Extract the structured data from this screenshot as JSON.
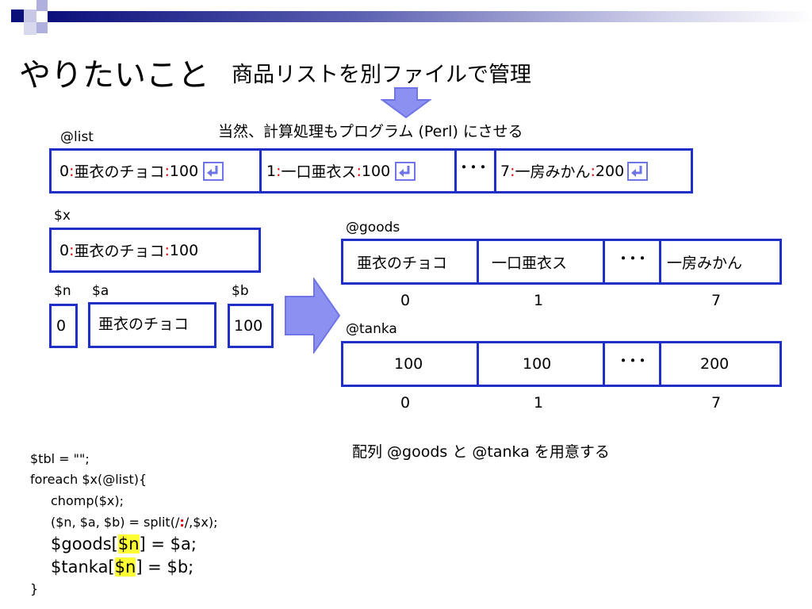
{
  "title": {
    "main": "やりたいこと",
    "sub": "商品リストを別ファイルで管理",
    "step": "当然、計算処理もプログラム (Perl) にさせる"
  },
  "list": {
    "label": "@list",
    "items": [
      {
        "idx": "0",
        "name": "亜衣のチョコ",
        "price": "100"
      },
      {
        "idx": "1",
        "name": "一口亜衣ス",
        "price": "100"
      },
      {
        "idx": "7",
        "name": "一房みかん",
        "price": "200"
      }
    ],
    "ellipsis": "･･･",
    "colon": ":"
  },
  "x": {
    "label": "$x",
    "idx": "0",
    "name": "亜衣のチョコ",
    "price": "100",
    "colon": ":"
  },
  "vars": {
    "n_label": "$n",
    "a_label": "$a",
    "b_label": "$b",
    "n_value": "0",
    "a_value": "亜衣のチョコ",
    "b_value": "100"
  },
  "goods": {
    "label": "@goods",
    "items": [
      "亜衣のチョコ",
      "一口亜衣ス",
      "一房みかん"
    ],
    "ellipsis": "･･･",
    "indices": [
      "0",
      "1",
      "7"
    ]
  },
  "tanka": {
    "label": "@tanka",
    "items": [
      "100",
      "100",
      "200"
    ],
    "ellipsis": "･･･",
    "indices": [
      "0",
      "1",
      "7"
    ]
  },
  "note": "配列 @goods と @tanka を用意する",
  "code": {
    "line1": "$tbl = \"\";",
    "line2": "foreach $x(@list){",
    "line3": "chomp($x);",
    "line4a": "($n, $a, $b) = split(/",
    "line4colon": ":",
    "line4b": "/,$x);",
    "line5a": "$goods[",
    "line5n": "$n",
    "line5b": "] = $a;",
    "line6a": "$tanka[",
    "line6n": "$n",
    "line6b": "] = $b;",
    "line7": "}"
  },
  "colors": {
    "box_border": "#1f2fc8",
    "arrow_fill": "#8c90f0",
    "colon": "#e00000",
    "highlight": "#ffff33"
  }
}
